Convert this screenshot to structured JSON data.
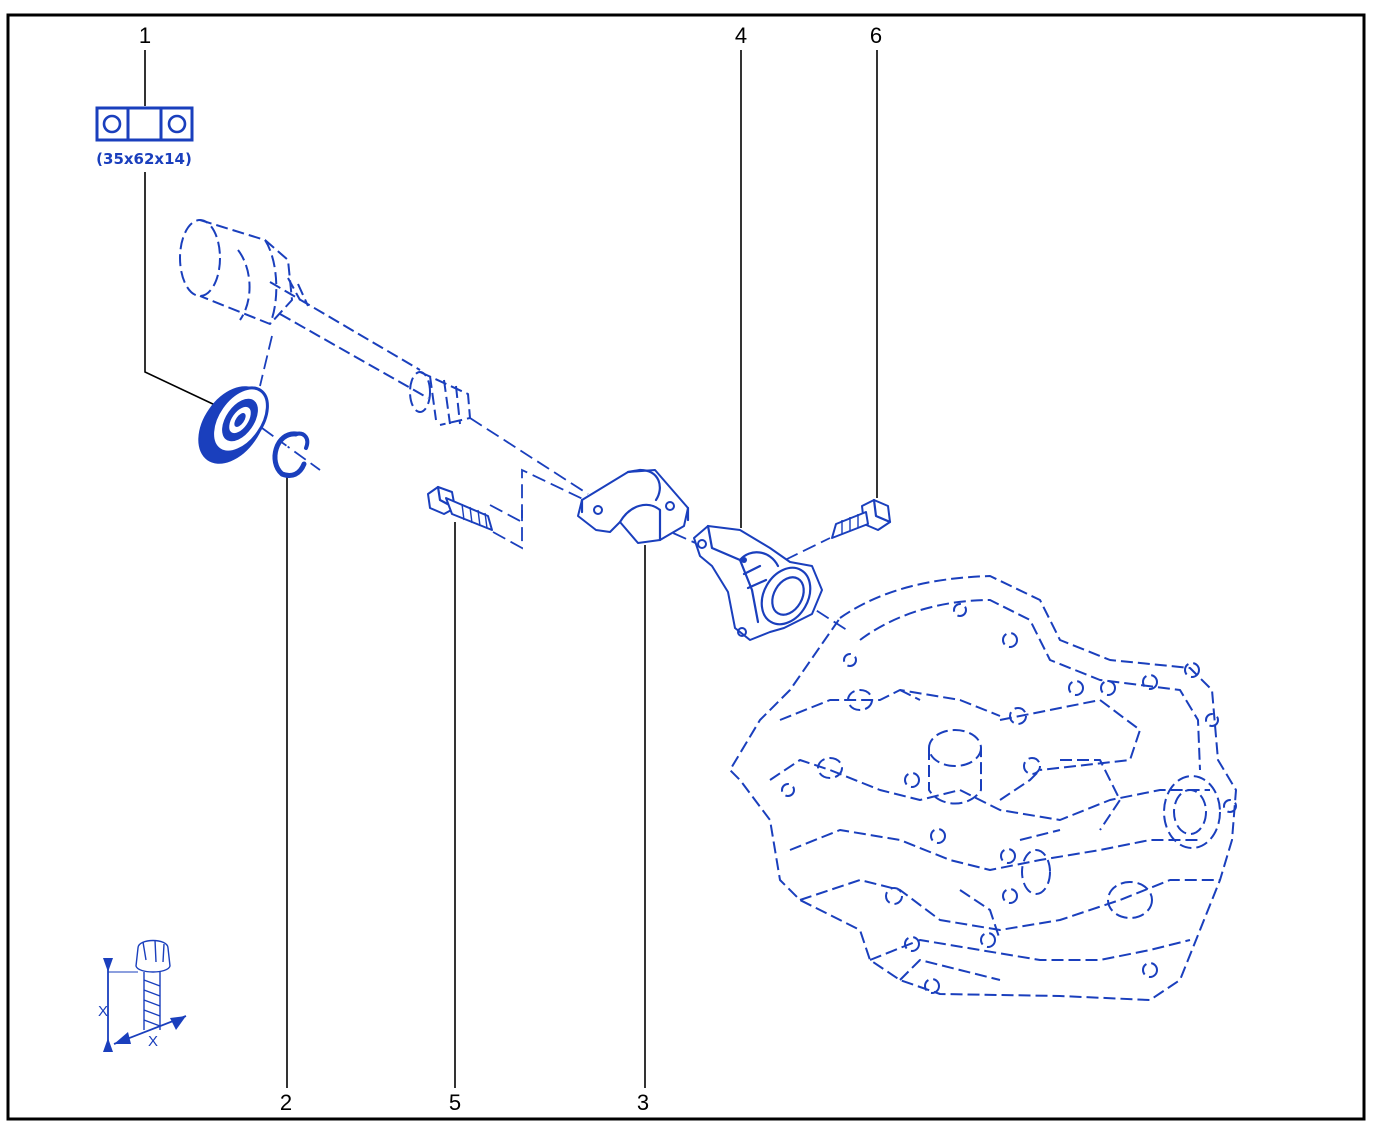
{
  "callouts": {
    "c1": "1",
    "c2": "2",
    "c3": "3",
    "c4": "4",
    "c5": "5",
    "c6": "6"
  },
  "bearing_spec": {
    "dimensions": "(35x62x14)",
    "symbol": "ball-bearing-symbol"
  },
  "dimension_legend": {
    "label_vertical": "X",
    "label_horizontal": "X",
    "icon": "bolt-dimension-icon"
  },
  "colors": {
    "line_art": "#1a3fbd",
    "callout_text": "#000000",
    "frame": "#000000"
  }
}
